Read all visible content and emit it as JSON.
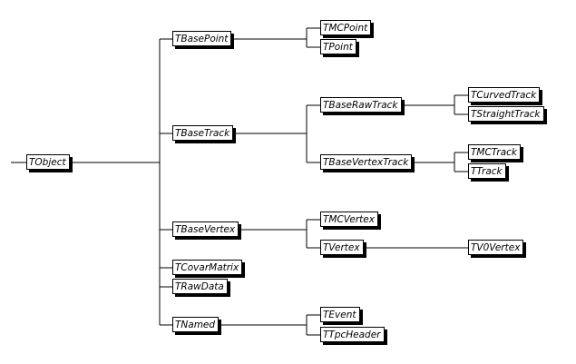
{
  "diagram": {
    "nodes": [
      {
        "id": "tobject",
        "label": "TObject"
      },
      {
        "id": "tbasepoint",
        "label": "TBasePoint"
      },
      {
        "id": "tmcpoint",
        "label": "TMCPoint"
      },
      {
        "id": "tpoint",
        "label": "TPoint"
      },
      {
        "id": "tbasetrack",
        "label": "TBaseTrack"
      },
      {
        "id": "tbaserawtrack",
        "label": "TBaseRawTrack"
      },
      {
        "id": "tcurvedtrack",
        "label": "TCurvedTrack"
      },
      {
        "id": "tstraighttrack",
        "label": "TStraightTrack"
      },
      {
        "id": "tbasevertextrack",
        "label": "TBaseVertexTrack"
      },
      {
        "id": "tmctrack",
        "label": "TMCTrack"
      },
      {
        "id": "ttrack",
        "label": "TTrack"
      },
      {
        "id": "tbasevertex",
        "label": "TBaseVertex"
      },
      {
        "id": "tmcvertex",
        "label": "TMCVertex"
      },
      {
        "id": "tvertex",
        "label": "TVertex"
      },
      {
        "id": "tv0vertex",
        "label": "TV0Vertex"
      },
      {
        "id": "tcovarmatrix",
        "label": "TCovarMatrix"
      },
      {
        "id": "trawdata",
        "label": "TRawData"
      },
      {
        "id": "tnamed",
        "label": "TNamed"
      },
      {
        "id": "tevent",
        "label": "TEvent"
      },
      {
        "id": "ttpcheader",
        "label": "TTpcHeader"
      }
    ],
    "edges": [
      {
        "from": "tobject",
        "to": "tbasepoint"
      },
      {
        "from": "tobject",
        "to": "tbasetrack"
      },
      {
        "from": "tobject",
        "to": "tbasevertex"
      },
      {
        "from": "tobject",
        "to": "tcovarmatrix"
      },
      {
        "from": "tobject",
        "to": "trawdata"
      },
      {
        "from": "tobject",
        "to": "tnamed"
      },
      {
        "from": "tbasepoint",
        "to": "tmcpoint"
      },
      {
        "from": "tbasepoint",
        "to": "tpoint"
      },
      {
        "from": "tbasetrack",
        "to": "tbaserawtrack"
      },
      {
        "from": "tbasetrack",
        "to": "tbasevertextrack"
      },
      {
        "from": "tbaserawtrack",
        "to": "tcurvedtrack"
      },
      {
        "from": "tbaserawtrack",
        "to": "tstraighttrack"
      },
      {
        "from": "tbasevertextrack",
        "to": "tmctrack"
      },
      {
        "from": "tbasevertextrack",
        "to": "ttrack"
      },
      {
        "from": "tbasevertex",
        "to": "tmcvertex"
      },
      {
        "from": "tbasevertex",
        "to": "tvertex"
      },
      {
        "from": "tvertex",
        "to": "tv0vertex"
      },
      {
        "from": "tnamed",
        "to": "tevent"
      },
      {
        "from": "tnamed",
        "to": "ttpcheader"
      }
    ]
  }
}
